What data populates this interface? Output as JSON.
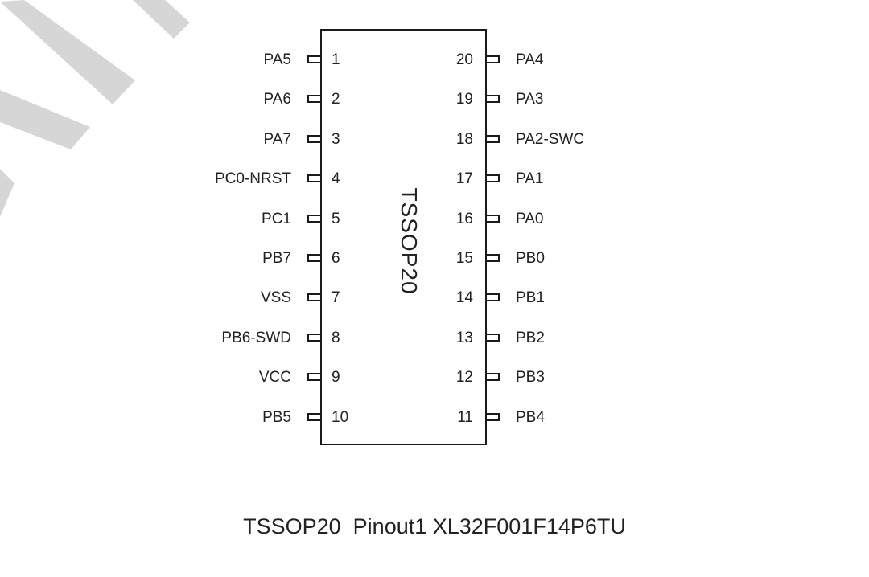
{
  "package_label": "TSSOP20",
  "caption": "TSSOP20  Pinout1 XL32F001F14P6TU",
  "left_pins": [
    {
      "number": "1",
      "name": "PA5"
    },
    {
      "number": "2",
      "name": "PA6"
    },
    {
      "number": "3",
      "name": "PA7"
    },
    {
      "number": "4",
      "name": "PC0-NRST"
    },
    {
      "number": "5",
      "name": "PC1"
    },
    {
      "number": "6",
      "name": "PB7"
    },
    {
      "number": "7",
      "name": "VSS"
    },
    {
      "number": "8",
      "name": "PB6-SWD"
    },
    {
      "number": "9",
      "name": "VCC"
    },
    {
      "number": "10",
      "name": "PB5"
    }
  ],
  "right_pins": [
    {
      "number": "20",
      "name": "PA4"
    },
    {
      "number": "19",
      "name": "PA3"
    },
    {
      "number": "18",
      "name": "PA2-SWC"
    },
    {
      "number": "17",
      "name": "PA1"
    },
    {
      "number": "16",
      "name": "PA0"
    },
    {
      "number": "15",
      "name": "PB0"
    },
    {
      "number": "14",
      "name": "PB1"
    },
    {
      "number": "13",
      "name": "PB2"
    },
    {
      "number": "12",
      "name": "PB3"
    },
    {
      "number": "11",
      "name": "PB4"
    }
  ],
  "colors": {
    "outline": "#1a1a1a",
    "watermark": "#d6d6d6",
    "text": "#222222"
  }
}
